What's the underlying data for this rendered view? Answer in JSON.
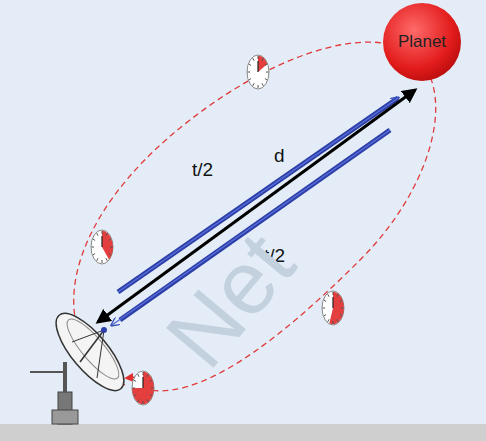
{
  "diagram": {
    "nodes": [
      {
        "text": [
          "Planet"
        ]
      }
    ],
    "labels": [
      "t/2",
      "d",
      "t/2",
      "Net"
    ]
  }
}
